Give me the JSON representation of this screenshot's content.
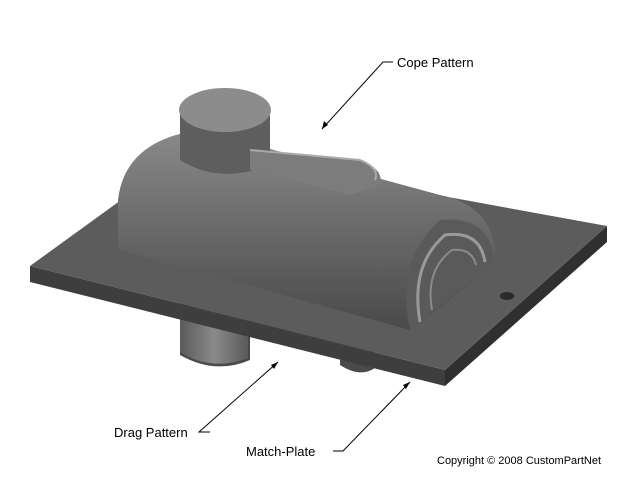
{
  "labels": {
    "cope": "Cope Pattern",
    "drag": "Drag Pattern",
    "match_plate": "Match-Plate"
  },
  "copyright": "Copyright © 2008 CustomPartNet",
  "colors": {
    "plate_top": "#5a5a5a",
    "plate_edge": "#3a3a3a",
    "pattern": "#6e6e6e",
    "pattern_highlight": "#9a9a9a"
  }
}
